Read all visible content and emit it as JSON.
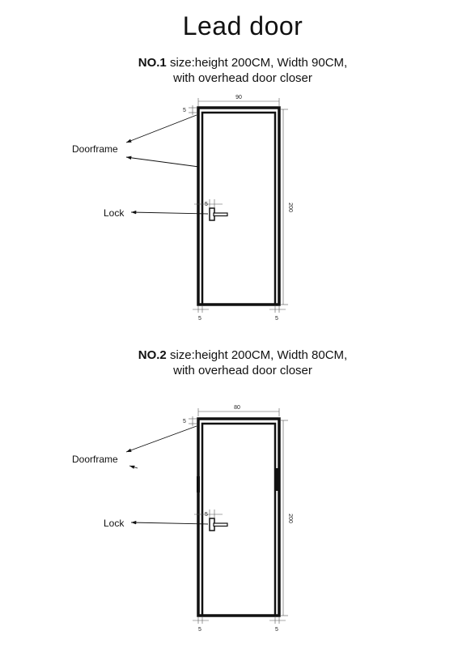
{
  "title": "Lead door",
  "door1": {
    "no": "NO.1",
    "size": " size:height 200CM,  Width 90CM,",
    "closer": "with overhead door closer",
    "width_dim": "90",
    "height_dim": "200",
    "frame_dim": "5",
    "lock_dim": "5",
    "bottom_left_dim": "5",
    "bottom_right_dim": "5",
    "label_doorframe": "Doorframe",
    "label_lock": "Lock"
  },
  "door2": {
    "no": "NO.2",
    "size": " size:height 200CM, Width 80CM,",
    "closer": "with overhead door closer",
    "width_dim": "80",
    "height_dim": "200",
    "frame_dim": "5",
    "lock_dim": "5",
    "bottom_left_dim": "5",
    "bottom_right_dim": "5",
    "label_doorframe": "Doorframe",
    "label_lock": "Lock"
  }
}
